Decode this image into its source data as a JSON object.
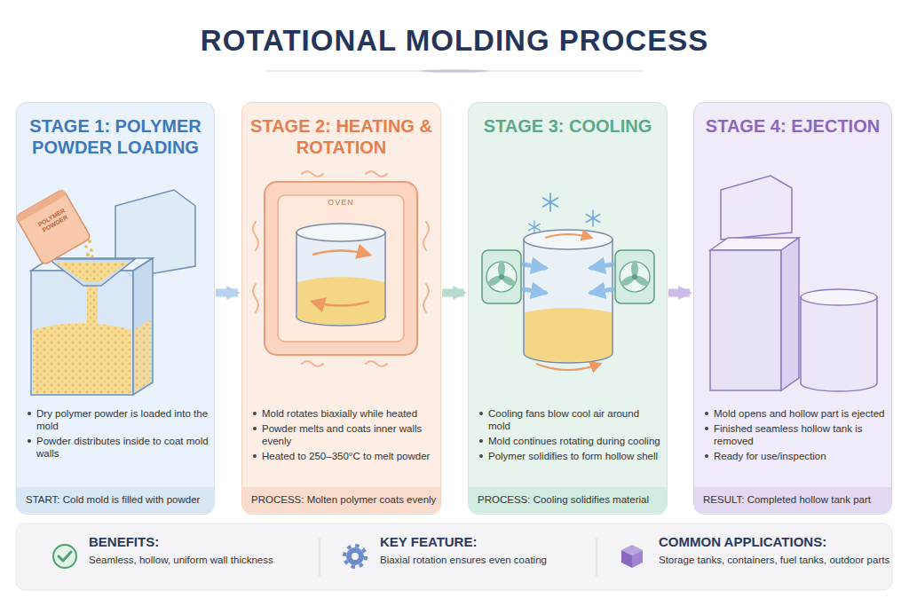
{
  "diagram": {
    "title": "ROTATIONAL MOLDING PROCESS",
    "nodes": [
      {
        "text": [
          "STAGE 1: POLYMER POWDER LOADING",
          "Dry polymer powder is loaded into the mold",
          "Powder distributes inside to coat mold walls"
        ]
      },
      {
        "text": [
          "START: Cold mold is filled with powder"
        ],
        "in": 0
      },
      {
        "text": [
          "STAGE 2: HEATING & ROTATION",
          "Mold rotates biaxially while heated",
          "Powder melts and coats inner walls evenly",
          "Heated to 250–350°C to melt powder"
        ]
      },
      {
        "text": [
          "PROCESS: Molten polymer coats evenly"
        ],
        "in": 2
      },
      {
        "text": [
          "STAGE 3: COOLING",
          "Cooling fans blow cool air around mold",
          "Mold continues rotating during cooling",
          "Polymer solidifies to form hollow shell"
        ]
      },
      {
        "text": [
          "PROCESS: Cooling solidifies material"
        ],
        "in": 4
      },
      {
        "text": [
          "STAGE 4: EJECTION",
          "Mold opens and hollow part is ejected",
          "Finished seamless hollow tank is removed",
          "Ready for use/inspection"
        ]
      },
      {
        "text": [
          "RESULT: Completed hollow tank part"
        ],
        "in": 6
      },
      {
        "text": [
          "BENEFITS:",
          "Seamless, hollow, uniform wall thickness"
        ]
      },
      {
        "text": [
          "KEY FEATURE:",
          "Biaxial rotation ensures even coating"
        ]
      },
      {
        "text": [
          "COMMON APPLICATIONS:",
          "Storage tanks, containers, fuel tanks, outdoor parts"
        ]
      }
    ],
    "edges": [
      {
        "from": 0,
        "to": 2,
        "arrow": "to"
      },
      {
        "from": 2,
        "to": 4,
        "arrow": "to"
      },
      {
        "from": 4,
        "to": 6,
        "arrow": "to"
      }
    ],
    "labels": [
      "POLYMER POWDER",
      "OVEN"
    ]
  }
}
